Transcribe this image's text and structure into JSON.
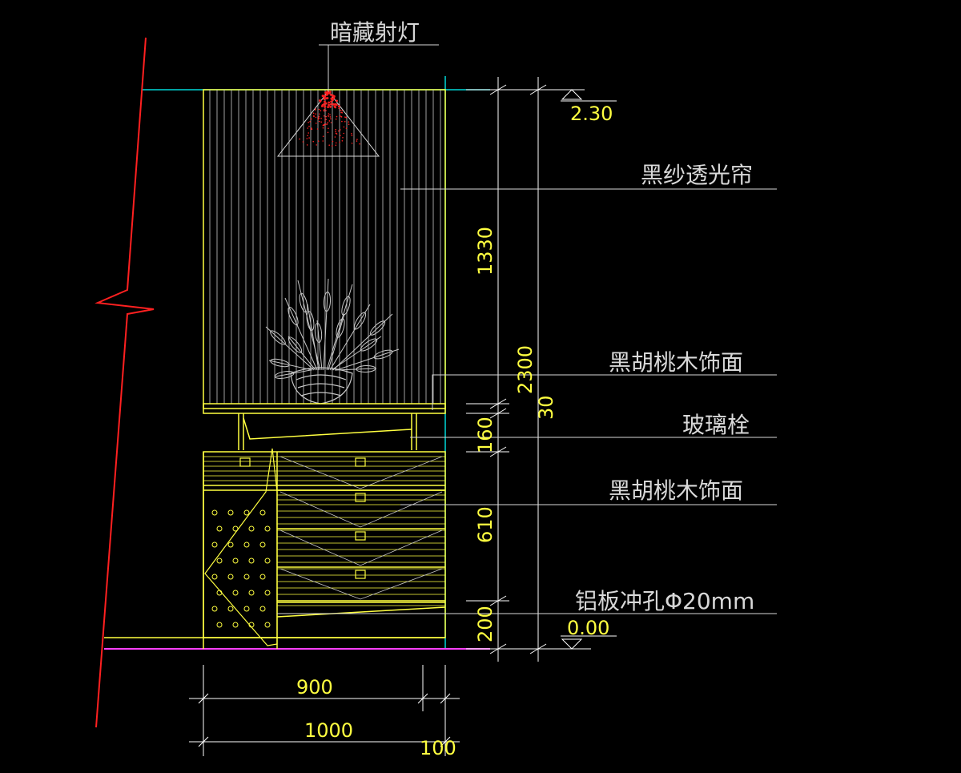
{
  "drawing": {
    "colors": {
      "background": "#000000",
      "wall_break": "#ff2020",
      "ceiling_line": "#00d8d8",
      "cabinet": "#ffff40",
      "curtain": "#c8c8c8",
      "floor": "#ff40ff",
      "dimension": "#ffffff",
      "annotation": "#d8d8d8",
      "spotlight": "#ff2020",
      "plant": "#c8c8c8"
    },
    "labels": {
      "spotlight": "暗藏射灯",
      "curtain": "黑纱透光帘",
      "walnut_top": "黑胡桃木饰面",
      "glass_pin": "玻璃栓",
      "walnut_cabinet": "黑胡桃木饰面",
      "aluminum_panel": "铝板冲孔Φ20mm"
    },
    "levels": {
      "top": "2.30",
      "floor": "0.00"
    },
    "dimensions": {
      "curtain_height": "1330",
      "overall_height": "2300",
      "shelf_thickness": "30",
      "glass_pin_height": "160",
      "cabinet_height": "610",
      "plinth_height": "200",
      "inner_width": "900",
      "outer_width": "1000",
      "side_width": "100"
    },
    "icons": {
      "spotlight": "spotlight-icon",
      "plant": "potted-plant-icon",
      "level_marker": "level-triangle-icon"
    }
  }
}
